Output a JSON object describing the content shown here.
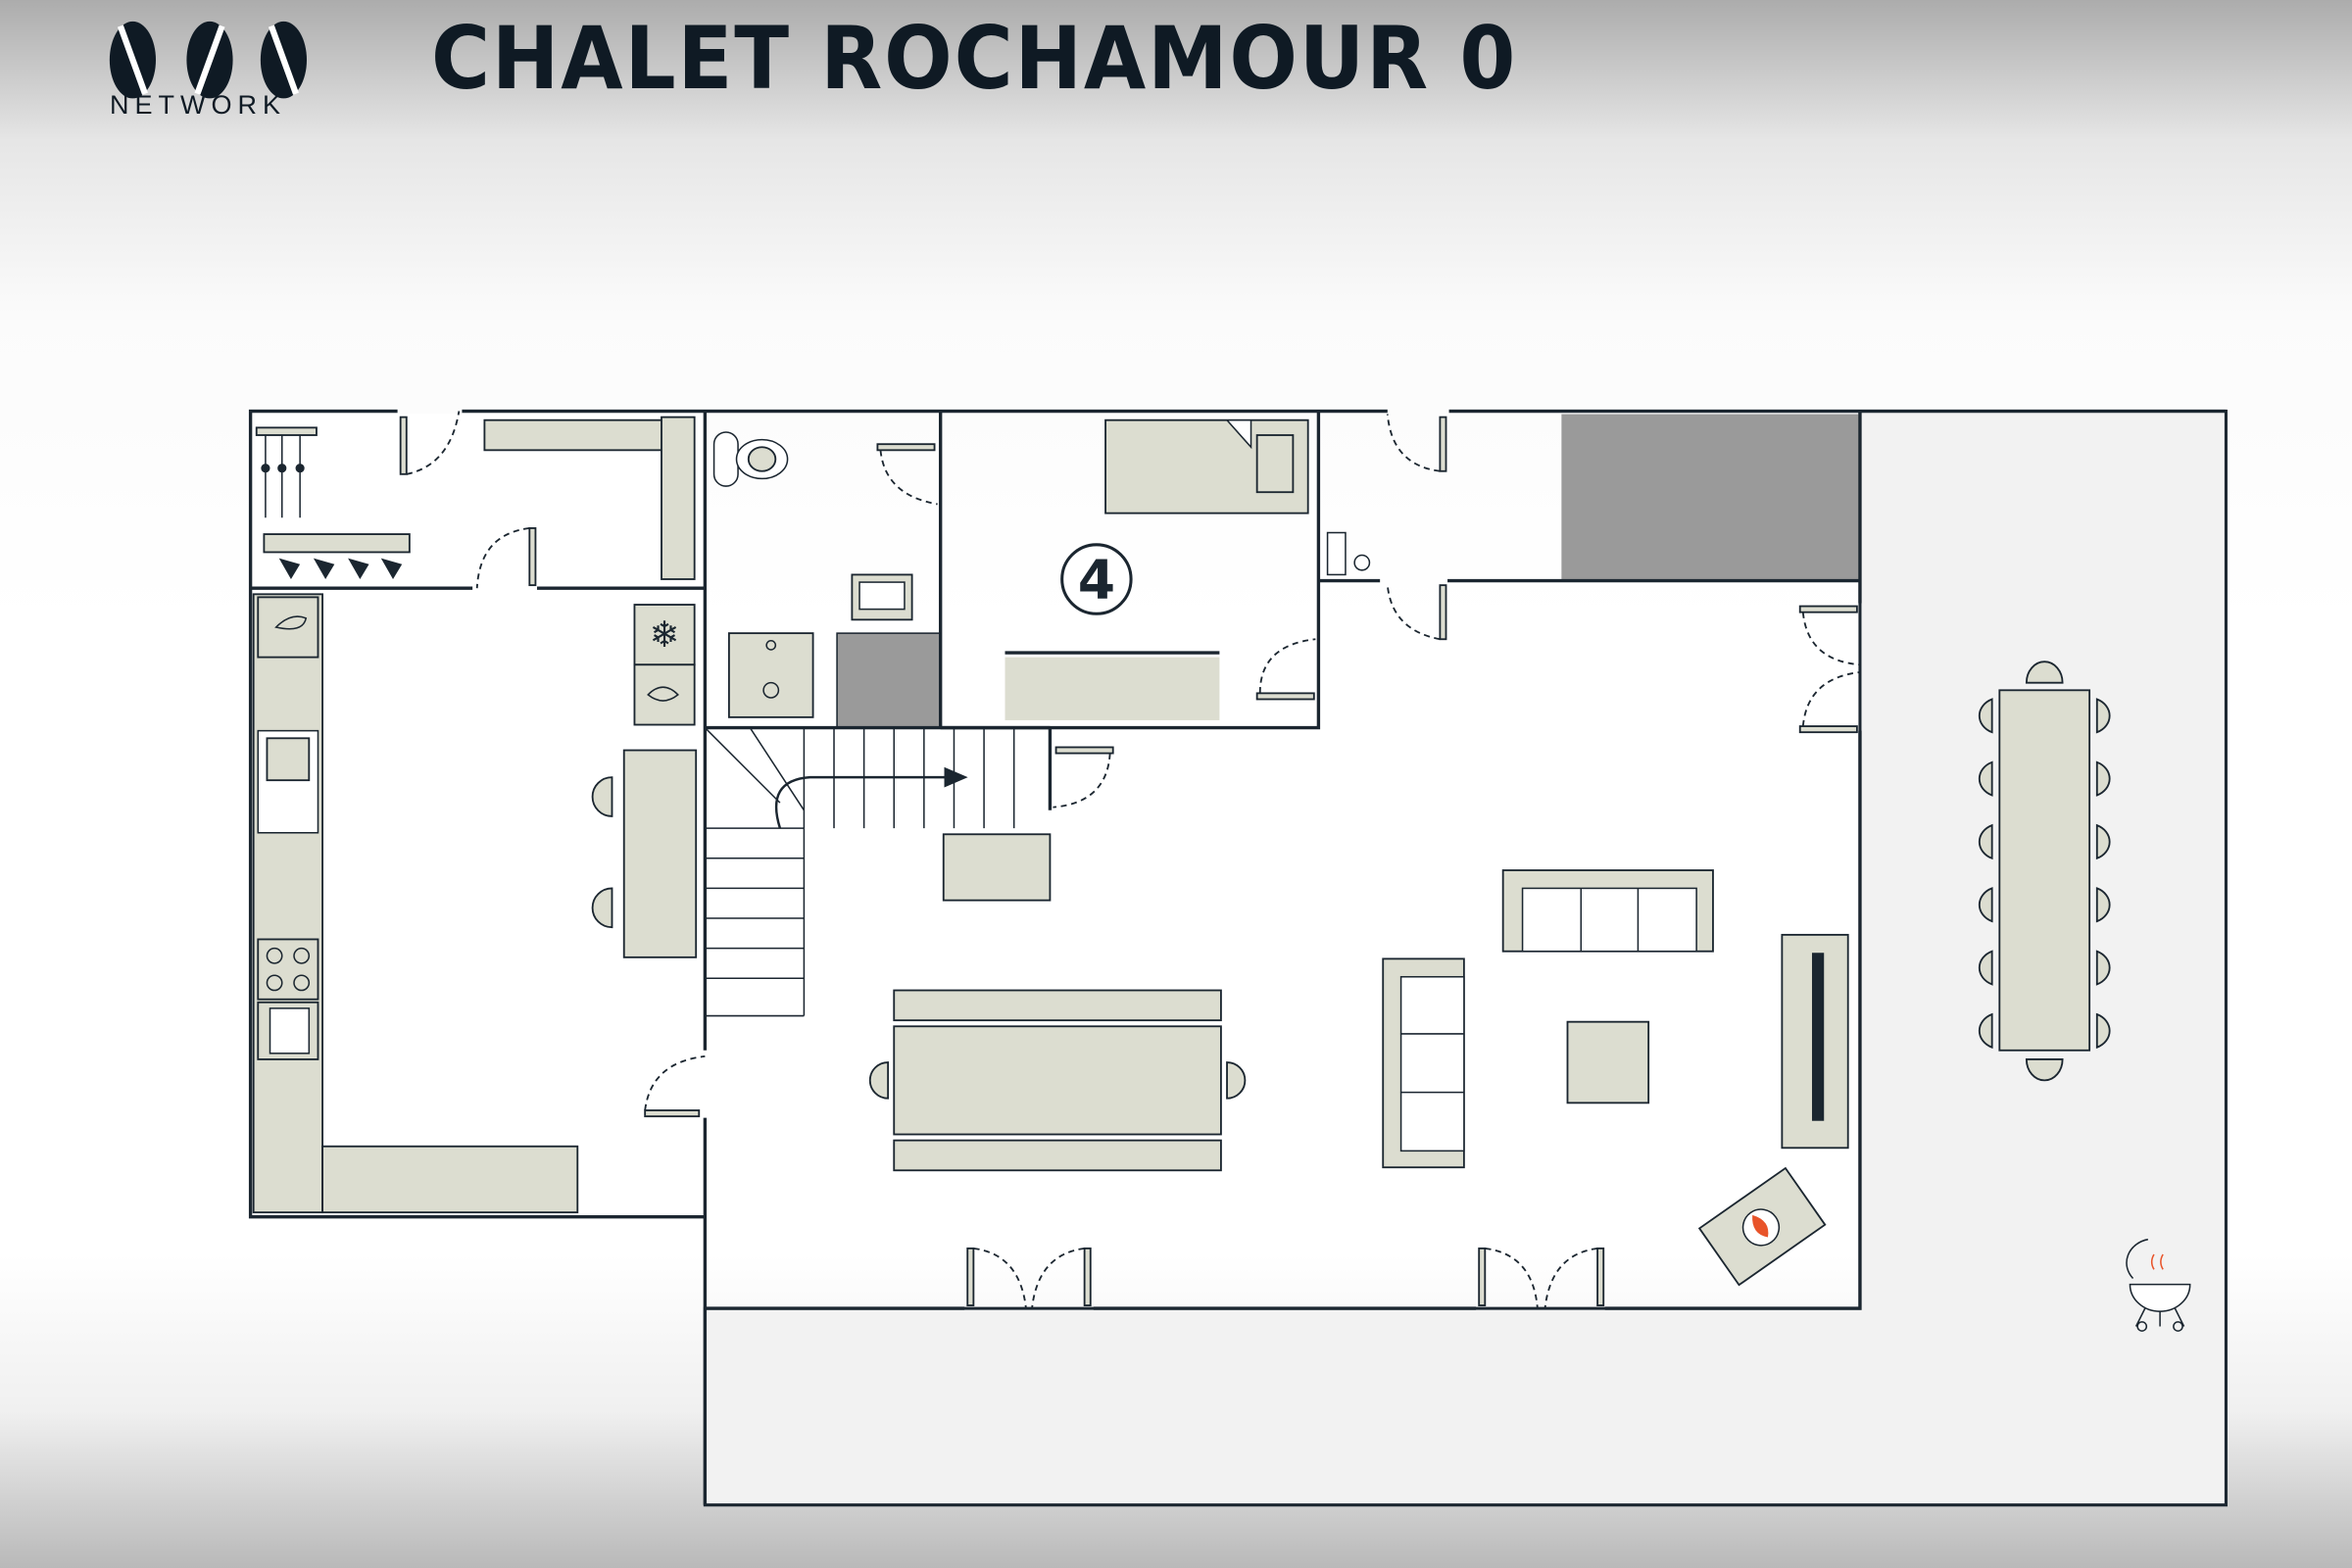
{
  "header": {
    "logo_text": "NETWORK",
    "title": "CHALET ROCHAMOUR 0"
  },
  "floorplan": {
    "room_number": "4",
    "colors": {
      "furniture": "#dcddd0",
      "wall": "#1b2630",
      "blocked": "#9a9a9a",
      "terrace": "#f2f2f2",
      "fire": "#e8542a"
    }
  }
}
